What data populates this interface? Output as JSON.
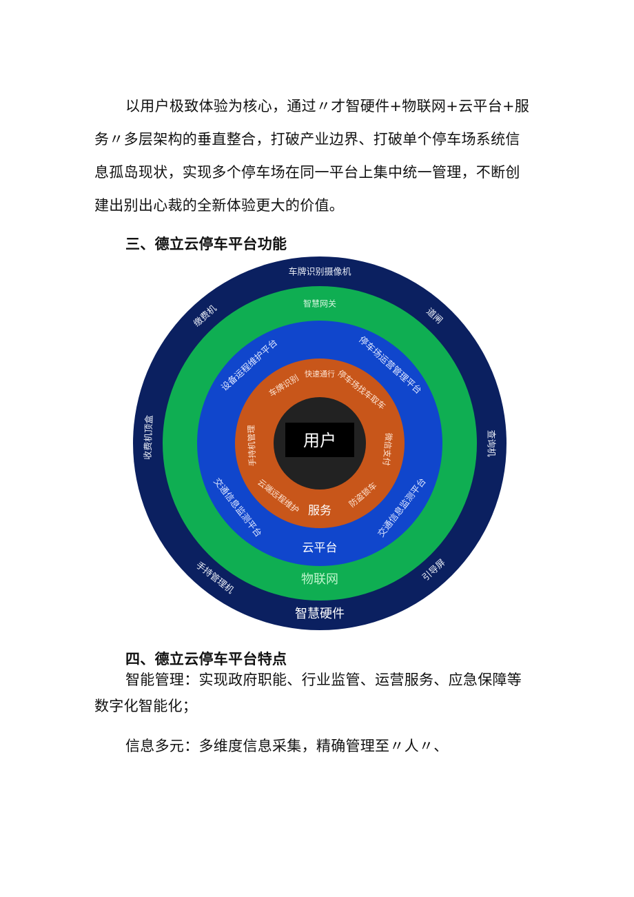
{
  "intro": {
    "lines": [
      "以用户极致体验为核心，通过〃才智硬件+物联网+云平台+服",
      "务〃多层架构的垂直整合，打破产业边界、打破单个停车场系统信",
      "息孤岛现状，实现多个停车场在同一平台上集中统一管理，不断创",
      "建出别出心裁的全新体验更大的价值。"
    ]
  },
  "section3": {
    "heading": "三、德立云停车平台功能"
  },
  "diagram": {
    "center": "用户",
    "colors": {
      "outer": "#0b2060",
      "iot": "#0fae52",
      "cloud": "#1046cc",
      "service": "#c8561a",
      "center": "#222222"
    },
    "hardware": {
      "title": "智慧硬件",
      "items": [
        "车牌识别摄像机",
        "道闸",
        "查询机",
        "引导屏",
        "手持管理机",
        "收费机顶盒",
        "缴费机"
      ]
    },
    "iot": {
      "title": "物联网",
      "items": [
        "智慧网关"
      ]
    },
    "cloud": {
      "title": "云平台",
      "items": [
        "停车场运营管理平台",
        "交通信息监测平台",
        "交通信息监测平台",
        "设备运程维护平台"
      ]
    },
    "service": {
      "title": "服务",
      "items": [
        "快速通行",
        "停车场找车取车",
        "微信支付",
        "防盗锁车",
        "云端远程维护",
        "手持机管理",
        "车牌识别"
      ]
    }
  },
  "section4": {
    "heading": "四、德立云停车平台特点",
    "lines": [
      "智能管理：实现政府职能、行业监管、运营服务、应急保障等",
      "数字化智能化；",
      "信息多元：多维度信息采集，精确管理至〃人〃、"
    ]
  }
}
